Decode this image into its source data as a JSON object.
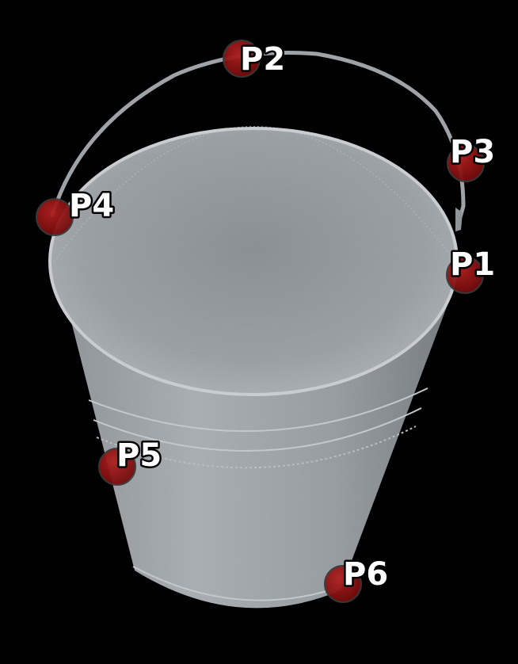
{
  "scene": {
    "object": "bucket",
    "background_color": "#000000",
    "metal_color": "#9da2a6",
    "marker_color": "#8e1212"
  },
  "markers": [
    {
      "id": "p1",
      "label": "P1"
    },
    {
      "id": "p2",
      "label": "P2"
    },
    {
      "id": "p3",
      "label": "P3"
    },
    {
      "id": "p4",
      "label": "P4"
    },
    {
      "id": "p5",
      "label": "P5"
    },
    {
      "id": "p6",
      "label": "P6"
    }
  ]
}
